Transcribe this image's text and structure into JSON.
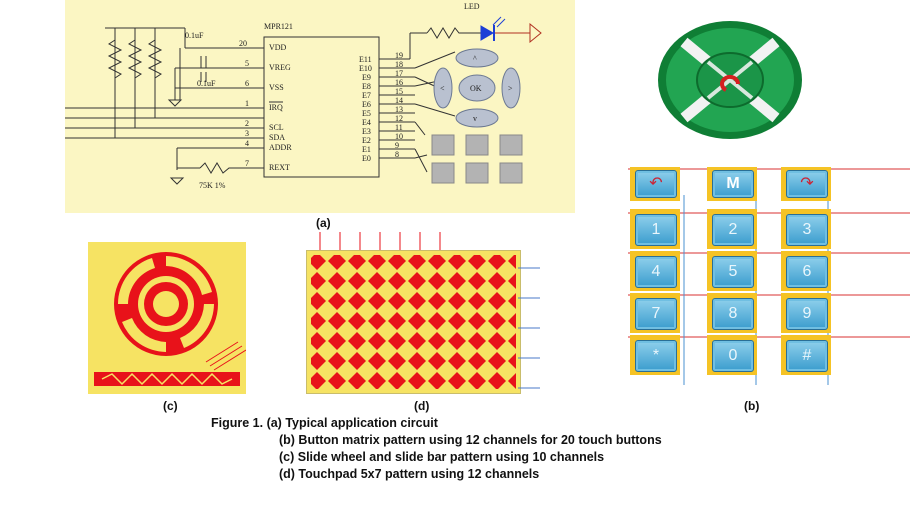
{
  "figure": {
    "labels": {
      "a": "(a)",
      "b": "(b)",
      "c": "(c)",
      "d": "(d)"
    },
    "caption": [
      "Figure 1. (a) Typical application circuit",
      "(b) Button matrix pattern using 12 channels for 20 touch buttons",
      "(c) Slide wheel and slide bar pattern using 10 channels",
      "(d) Touchpad 5x7 pattern using 12 channels"
    ]
  },
  "schematic": {
    "chip_name": "MPR121",
    "left_pins": [
      {
        "num": "20",
        "name": "VDD"
      },
      {
        "num": "5",
        "name": "VREG"
      },
      {
        "num": "6",
        "name": "VSS"
      },
      {
        "num": "1",
        "name": "IRQ"
      },
      {
        "num": "2",
        "name": "SCL"
      },
      {
        "num": "3",
        "name": "SDA"
      },
      {
        "num": "4",
        "name": "ADDR"
      },
      {
        "num": "7",
        "name": "REXT"
      }
    ],
    "right_pins": [
      {
        "num": "19",
        "name": "E11"
      },
      {
        "num": "18",
        "name": "E10"
      },
      {
        "num": "17",
        "name": "E9"
      },
      {
        "num": "16",
        "name": "E8"
      },
      {
        "num": "15",
        "name": "E7"
      },
      {
        "num": "14",
        "name": "E6"
      },
      {
        "num": "13",
        "name": "E5"
      },
      {
        "num": "12",
        "name": "E4"
      },
      {
        "num": "11",
        "name": "E3"
      },
      {
        "num": "10",
        "name": "E2"
      },
      {
        "num": "9",
        "name": "E1"
      },
      {
        "num": "8",
        "name": "E0"
      }
    ],
    "cap_top": "0.1uF",
    "cap_bottom": "0.1uF",
    "resistor": "75K 1%",
    "led": "LED",
    "keypad": {
      "up": "^",
      "down": "v",
      "left": "<",
      "right": ">",
      "center": "OK"
    }
  },
  "button_matrix": {
    "top_row": [
      "↶",
      "M",
      "↷"
    ],
    "keys": [
      "1",
      "2",
      "3",
      "4",
      "5",
      "6",
      "7",
      "8",
      "9",
      "*",
      "0",
      "#"
    ]
  },
  "colors": {
    "schematic_bg": "#fbf6c3",
    "pad_red": "#e8121a",
    "pad_bg_yellow": "#f6e363",
    "wheel_green": "#1c9e4a",
    "key_blue": "#4aa9d6",
    "key_frame": "#f5c325"
  }
}
